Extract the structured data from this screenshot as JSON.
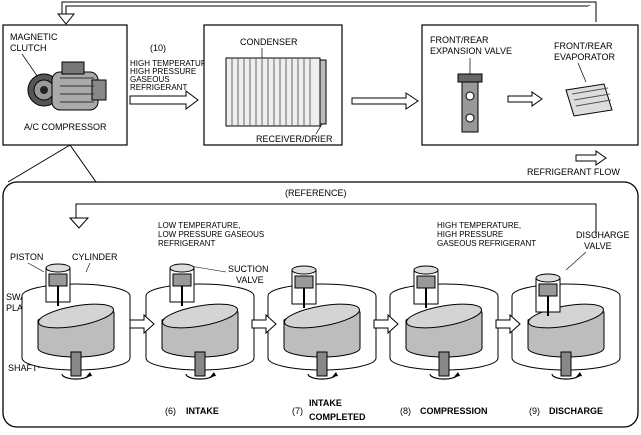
{
  "top": {
    "magnetic_clutch": [
      "MAGNETIC",
      "CLUTCH"
    ],
    "ac_compressor": "A/C COMPRESSOR",
    "step10_number": "(10)",
    "step10_desc": [
      "HIGH TEMPERATURE,",
      "HIGH PRESSURE",
      "GASEOUS",
      "REFRIGERANT"
    ],
    "condenser": "CONDENSER",
    "receiver_drier": "RECEIVER/DRIER",
    "expansion_valve": [
      "FRONT/REAR",
      "EXPANSION VALVE"
    ],
    "evaporator": [
      "FRONT/REAR",
      "EVAPORATOR"
    ],
    "refrigerant_flow": "REFRIGERANT FLOW"
  },
  "reference": {
    "title": "(REFERENCE)",
    "low_temp_desc": [
      "LOW TEMPERATURE,",
      "LOW PRESSURE GASEOUS",
      "REFRIGERANT"
    ],
    "high_temp_desc": [
      "HIGH TEMPERATURE,",
      "HIGH PRESSURE",
      "GASEOUS REFRIGERANT"
    ],
    "piston": "PISTON",
    "cylinder": "CYLINDER",
    "swash_plate": [
      "SWASH",
      "PLATE"
    ],
    "shaft": "SHAFT",
    "suction_valve": [
      "SUCTION",
      "VALVE"
    ],
    "discharge_valve": [
      "DISCHARGE",
      "VALVE"
    ],
    "steps": [
      {
        "number": "(6)",
        "name": [
          "INTAKE"
        ]
      },
      {
        "number": "(7)",
        "name": [
          "INTAKE",
          "COMPLETED"
        ]
      },
      {
        "number": "(8)",
        "name": [
          "COMPRESSION"
        ]
      },
      {
        "number": "(9)",
        "name": [
          "DISCHARGE"
        ]
      }
    ]
  }
}
